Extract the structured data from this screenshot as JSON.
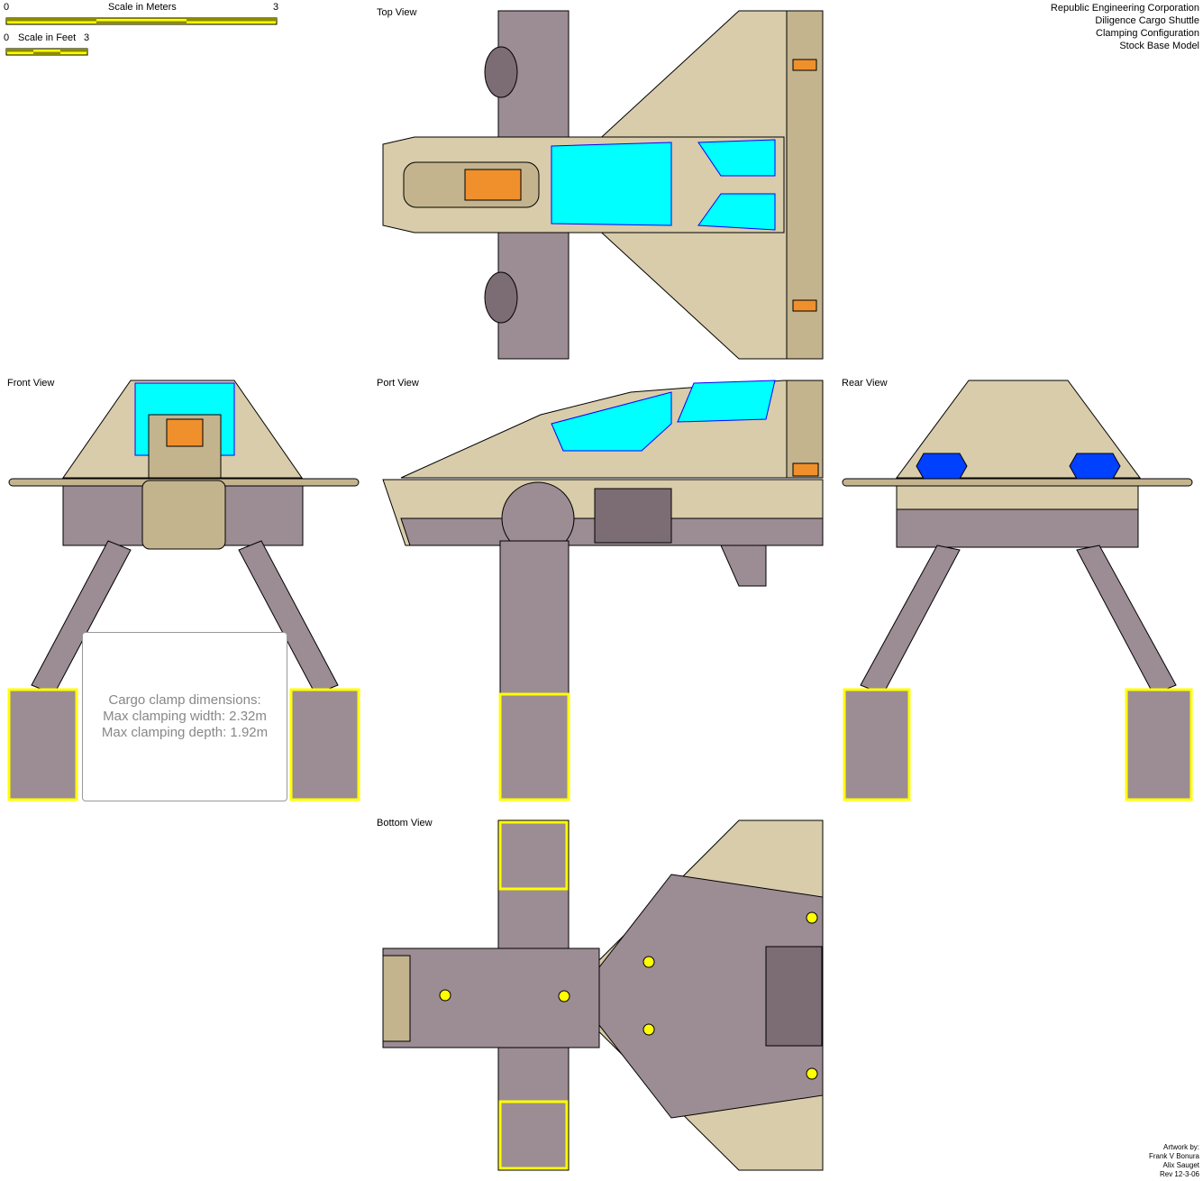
{
  "scales": {
    "meters": {
      "label": "Scale in Meters",
      "start": "0",
      "end": "3"
    },
    "feet": {
      "label": "Scale in Feet",
      "start": "0",
      "end": "3"
    }
  },
  "title_block": [
    "Republic Engineering Corporation",
    "Diligence Cargo Shuttle",
    "Clamping Configuration",
    "Stock Base Model"
  ],
  "views": {
    "top": "Top View",
    "front": "Front View",
    "port": "Port View",
    "rear": "Rear View",
    "bottom": "Bottom View"
  },
  "cargo_box": [
    "Cargo clamp dimensions:",
    "Max clamping width:  2.32m",
    "Max clamping depth:  1.92m"
  ],
  "credits": [
    "Artwork by:",
    "Frank V Bonura",
    "Alix Sauget",
    "Rev 12-3-06"
  ],
  "colors": {
    "hull": "#d8ccaa",
    "hull_dark": "#c4b48e",
    "gray": "#9c8c94",
    "canopy": "#00ffff",
    "accent": "#f0902c",
    "yellow": "#ffff00"
  }
}
